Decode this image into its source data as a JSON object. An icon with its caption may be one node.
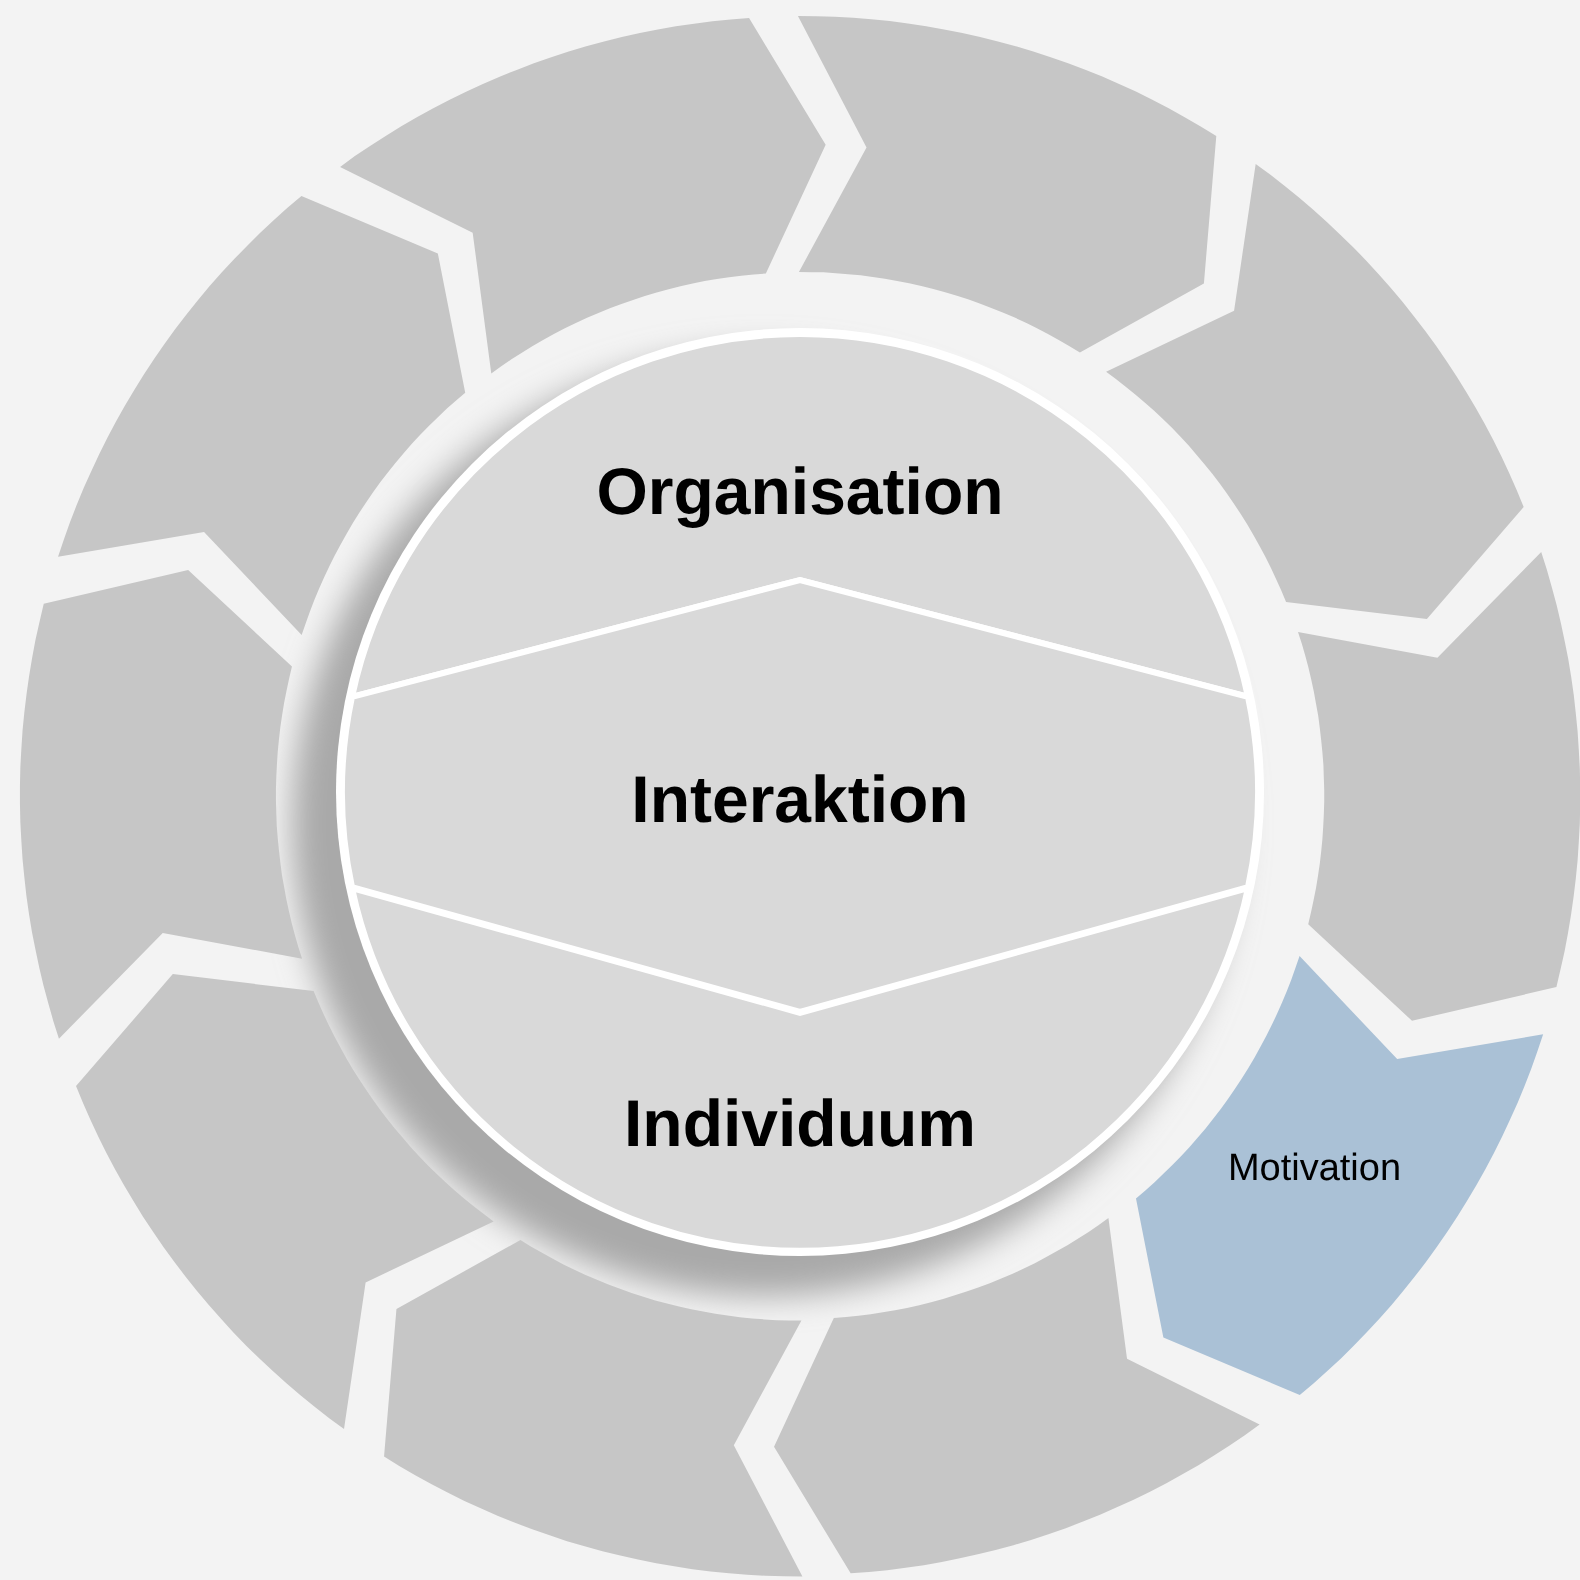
{
  "diagram": {
    "nodes": [
      {
        "text": [
          "Organisation"
        ]
      },
      {
        "text": [
          "Interaktion"
        ]
      },
      {
        "text": [
          "Individuum"
        ]
      },
      {
        "text": [],
        "shape": "chevron"
      },
      {
        "text": [],
        "shape": "chevron"
      },
      {
        "text": [],
        "shape": "chevron"
      },
      {
        "text": [],
        "shape": "chevron"
      },
      {
        "text": [
          "Motivation"
        ]
      },
      {
        "text": [],
        "shape": "chevron"
      },
      {
        "text": [],
        "shape": "chevron"
      },
      {
        "text": [],
        "shape": "chevron"
      },
      {
        "text": [],
        "shape": "chevron"
      },
      {
        "text": [],
        "shape": "chevron"
      }
    ]
  }
}
